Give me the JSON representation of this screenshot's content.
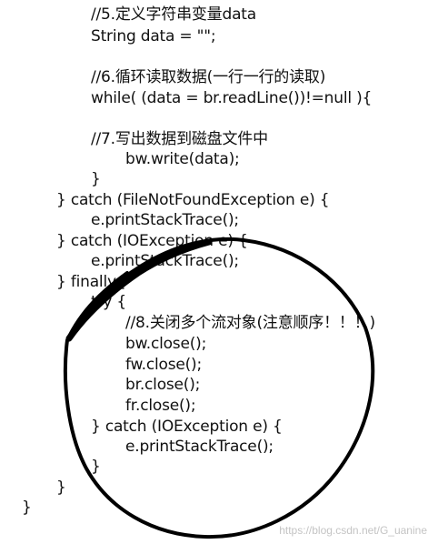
{
  "code_lines": [
    "//5.定义字符串变量data",
    "String data = \"\";",
    "//6.循环读取数据(一行一行的读取)",
    "while( (data = br.readLine())!=null ){",
    "//7.写出数据到磁盘文件中",
    "bw.write(data);",
    "}",
    "} catch (FileNotFoundException e) {",
    "e.printStackTrace();",
    "} catch (IOException e) {",
    "e.printStackTrace();",
    "} finally{",
    "try {",
    "//8.关闭多个流对象(注意顺序！！！)",
    "bw.close();",
    "fw.close();",
    "br.close();",
    "fr.close();",
    "} catch (IOException e) {",
    "e.printStackTrace();",
    "}",
    "}",
    "}"
  ],
  "watermark": "https://blog.csdn.net/G_uanine",
  "colors": {
    "text": "#111111",
    "annotation": "#000000",
    "watermark": "#c4c4c4"
  }
}
